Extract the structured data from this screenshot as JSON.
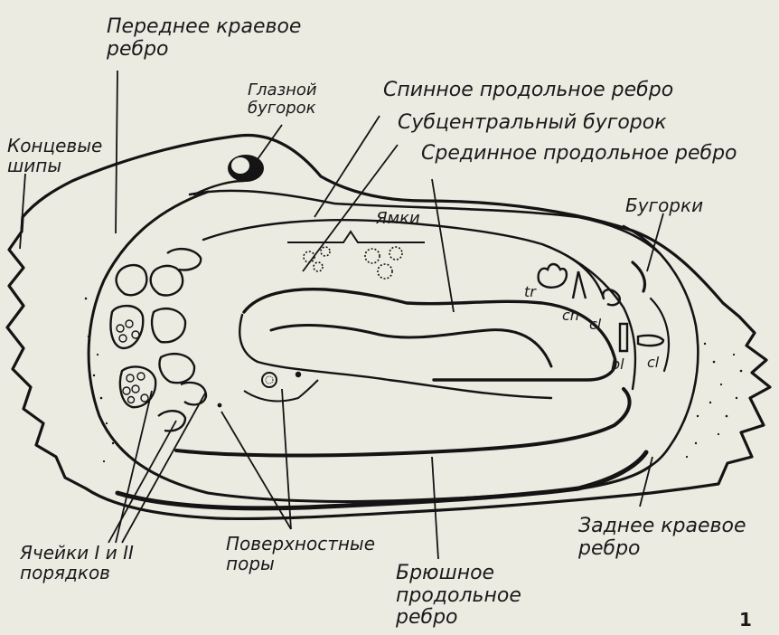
{
  "labels": {
    "front_margin_rib": "Переднее краевое ребро",
    "eye_tubercle": "Глазной бугорок",
    "dorsal_rib": "Спинное продольное ребро",
    "subcentral_tubercle": "Субцентральный бугорок",
    "median_rib": "Срединное продольное ребро",
    "terminal_spines": "Концевые шипы",
    "pits": "Ямки",
    "tubercles": "Бугорки",
    "cells": "Ячейки I и II порядков",
    "surface_pores": "Поверхностные поры",
    "ventral_rib": "Брюшное продольное ребро",
    "rear_margin_rib": "Заднее краевое ребро",
    "figure_number": "1"
  },
  "lines": {
    "front_margin_rib_1": "Переднее краевое",
    "front_margin_rib_2": "ребро",
    "eye_tubercle_1": "Глазной",
    "eye_tubercle_2": "бугорок",
    "terminal_spines_1": "Концевые",
    "terminal_spines_2": "шипы",
    "cells_1": "Ячейки I и II",
    "cells_2": "порядков",
    "surface_pores_1": "Поверхностные",
    "surface_pores_2": "поры",
    "ventral_rib_1": "Брюшное",
    "ventral_rib_2": "продольное",
    "ventral_rib_3": "ребро",
    "rear_margin_rib_1": "Заднее краевое",
    "rear_margin_rib_2": "ребро"
  },
  "small_marks": {
    "tr": "tr",
    "cn": "cn",
    "cl_1": "cl",
    "bl": "bl",
    "cl_2": "cl"
  }
}
